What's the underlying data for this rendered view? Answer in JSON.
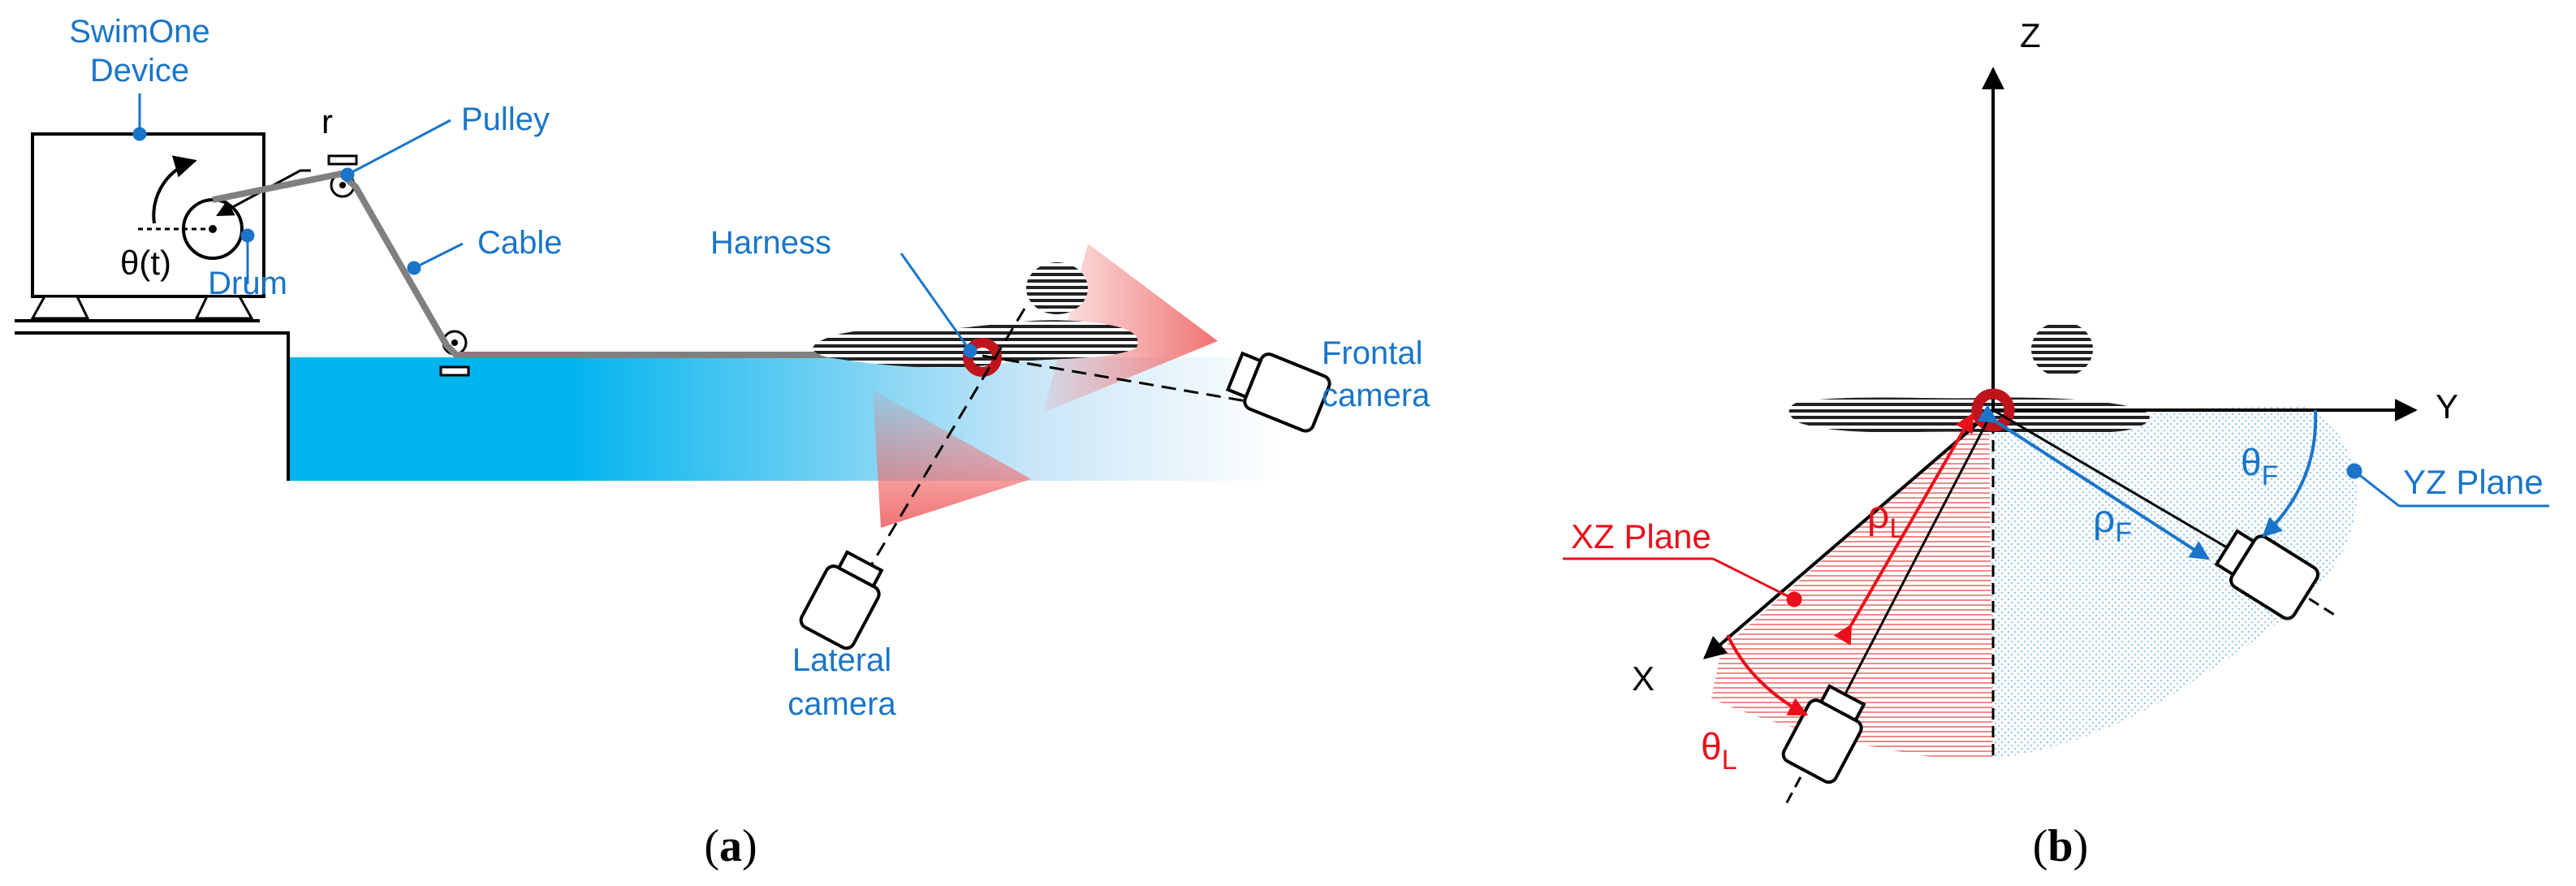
{
  "panel_a": {
    "device_label_line1": "SwimOne",
    "device_label_line2": "Device",
    "pulley_label": "Pulley",
    "radius_label": "r",
    "angle_label": "θ(t)",
    "drum_label": "Drum",
    "cable_label": "Cable",
    "harness_label": "Harness",
    "frontal_camera_line1": "Frontal",
    "frontal_camera_line2": "camera",
    "lateral_camera_line1": "Lateral",
    "lateral_camera_line2": "camera",
    "caption_open": "(",
    "caption_letter": "a",
    "caption_close": ")"
  },
  "panel_b": {
    "axis_z": "Z",
    "axis_y": "Y",
    "axis_x": "X",
    "xz_plane_label": "XZ Plane",
    "yz_plane_label": "YZ Plane",
    "rho_l_symbol": "ρ",
    "rho_l_sub": "L",
    "rho_f_symbol": "ρ",
    "rho_f_sub": "F",
    "theta_l_symbol": "θ",
    "theta_l_sub": "L",
    "theta_f_symbol": "θ",
    "theta_f_sub": "F",
    "caption_open": "(",
    "caption_letter": "b",
    "caption_close": ")"
  },
  "colors": {
    "label_blue": "#1a75c9",
    "water": "#00b4ee",
    "camera_cone": "#f06b6b",
    "xz_red": "#e8101a",
    "harness": "#c0141c"
  }
}
